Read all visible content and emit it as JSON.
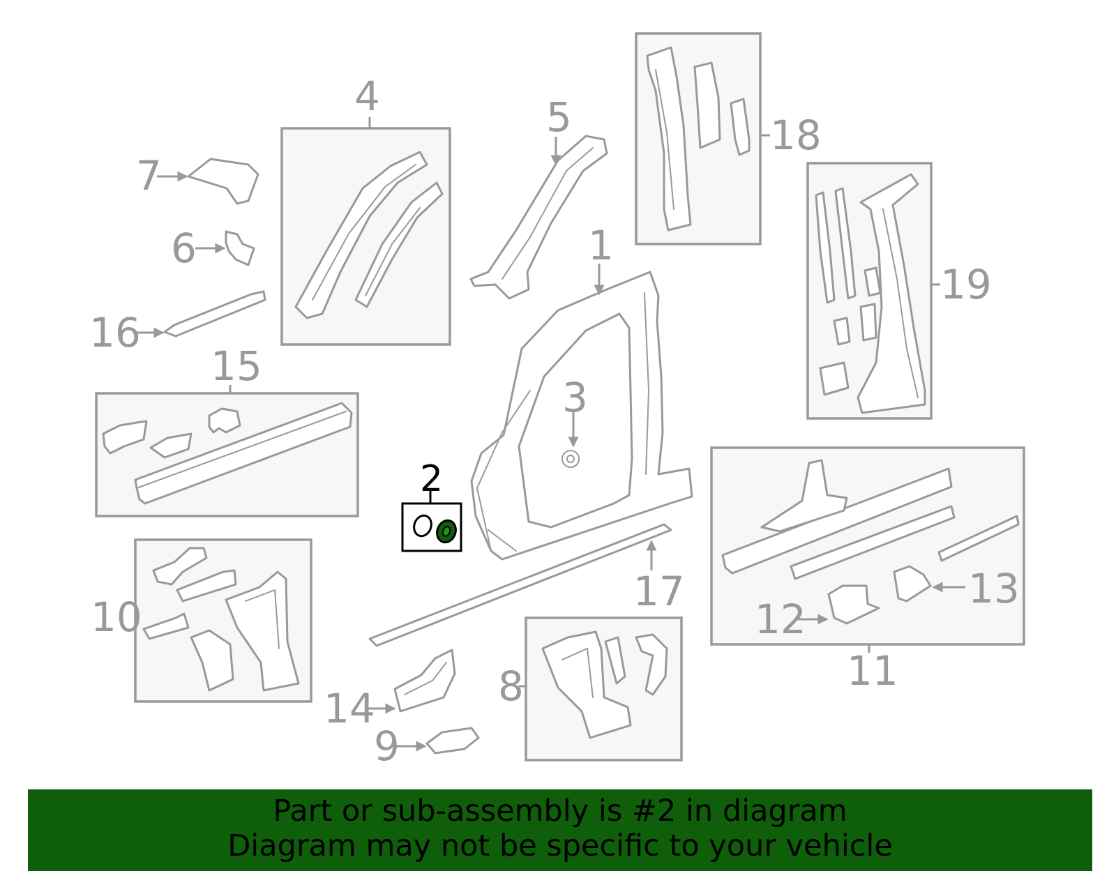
{
  "callouts": {
    "c1": "1",
    "c2": "2",
    "c3": "3",
    "c4": "4",
    "c5": "5",
    "c6": "6",
    "c7": "7",
    "c8": "8",
    "c9": "9",
    "c10": "10",
    "c11": "11",
    "c12": "12",
    "c13": "13",
    "c14": "14",
    "c15": "15",
    "c16": "16",
    "c17": "17",
    "c18": "18",
    "c19": "19"
  },
  "highlight": {
    "part_number": "2",
    "color": "#0f5f0a"
  },
  "banner": {
    "line1": "Part or sub-assembly is #2 in diagram",
    "line2": "Diagram may not be specific to your vehicle",
    "background": "#0f5f0a"
  }
}
